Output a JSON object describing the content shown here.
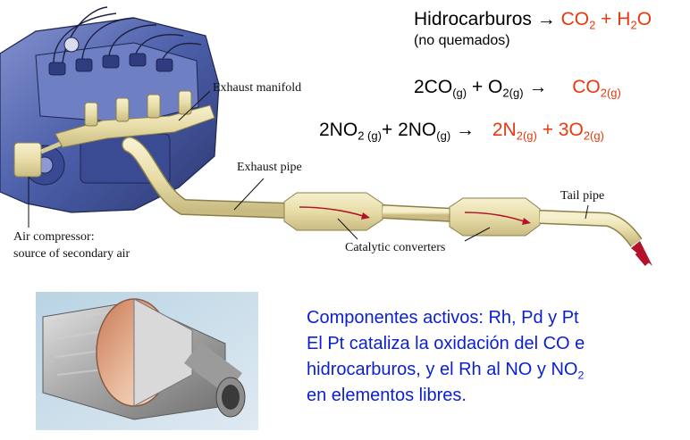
{
  "equations": {
    "eq1": {
      "reactant": "Hidrocarburos",
      "arrow": "→",
      "p1": "CO",
      "p1_sub": "2",
      "plus": " + ",
      "p2": "H",
      "p2_sub": "2",
      "p2_end": "O",
      "note": "(no quemados)"
    },
    "eq2": {
      "r1": "2CO",
      "r1_sub": "(g)",
      "plus": " +  ",
      "r2": "O",
      "r2_sub": "2(g)",
      "arrow": " → ",
      "p1": "CO",
      "p1_sub": "2(g)"
    },
    "eq3": {
      "r1": "2NO",
      "r1_sub": "2 (g)",
      "plus": "+ ",
      "r2": "2NO",
      "r2_sub": "(g)",
      "arrow": " → ",
      "p1": "2N",
      "p1_sub": "2(g)",
      "plus2": "  +  ",
      "p2": "3O",
      "p2_sub": "2(g)"
    }
  },
  "labels": {
    "exhaust_manifold": "Exhaust manifold",
    "exhaust_pipe": "Exhaust pipe",
    "tail_pipe": "Tail pipe",
    "air_compressor_line1": "Air compressor:",
    "air_compressor_line2": "source of secondary air",
    "catalytic_converters": "Catalytic converters"
  },
  "info": {
    "line1": "Componentes activos: Rh, Pd y Pt",
    "line2": "El Pt cataliza la oxidación del CO e",
    "line3_a": "hidrocarburos, y el Rh al NO y NO",
    "line3_sub": "2",
    "line4": "en elementos libres."
  },
  "colors": {
    "red_product": "#e8380d",
    "blue_text": "#0a1fd1",
    "engine_blue": "#4b5ea8",
    "pipe_cream": "#ede4b4",
    "exhaust_arrow": "#b4122b"
  }
}
